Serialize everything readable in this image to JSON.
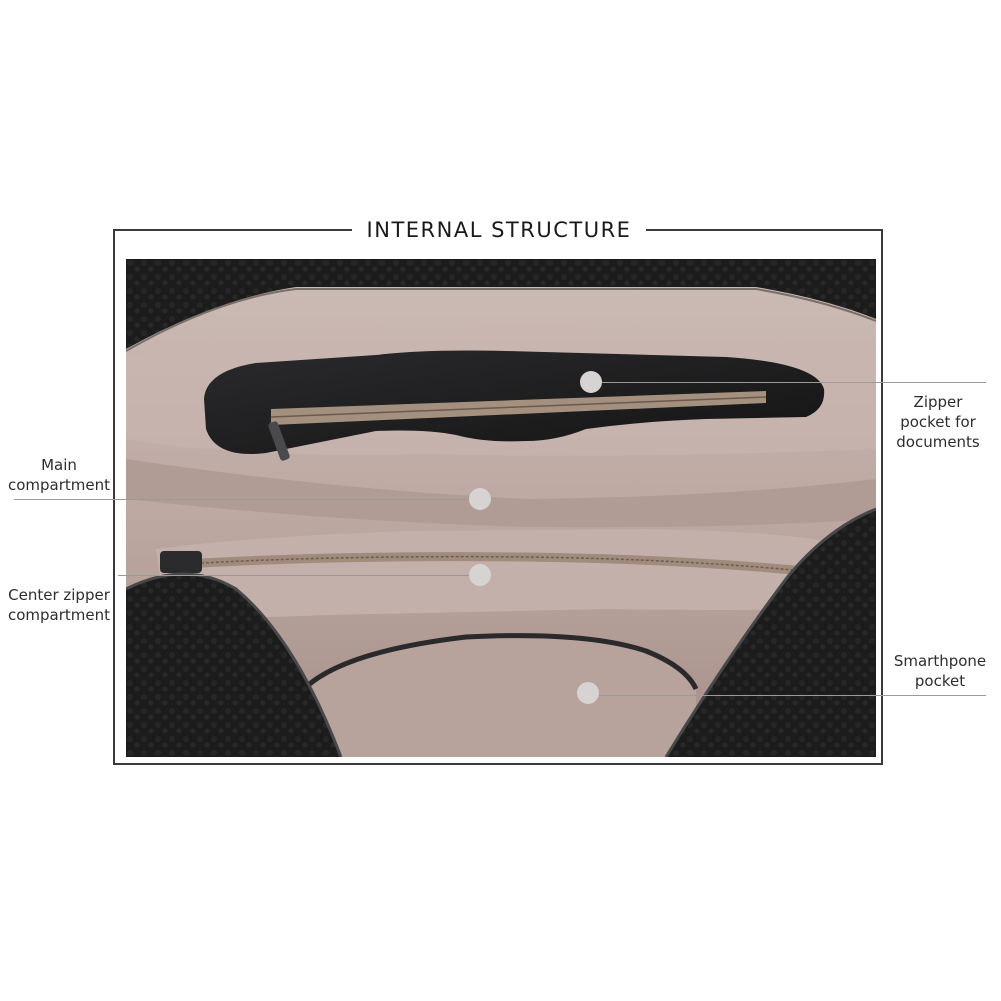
{
  "title": "INTERNAL STRUCTURE",
  "callouts": {
    "zipper_pocket": [
      "Zipper",
      "pocket for",
      "documents"
    ],
    "main_compartment": [
      "Main",
      "compartment"
    ],
    "center_zipper": [
      "Center zipper",
      "compartment"
    ],
    "smartphone_pocket": [
      "Smarthpone",
      "pocket"
    ]
  },
  "colors": {
    "leather": "#1d1d1e",
    "lining": "#b9a6a0",
    "zipper_tape": "#a08b7d",
    "marker_dot": "#d6d3d2"
  }
}
